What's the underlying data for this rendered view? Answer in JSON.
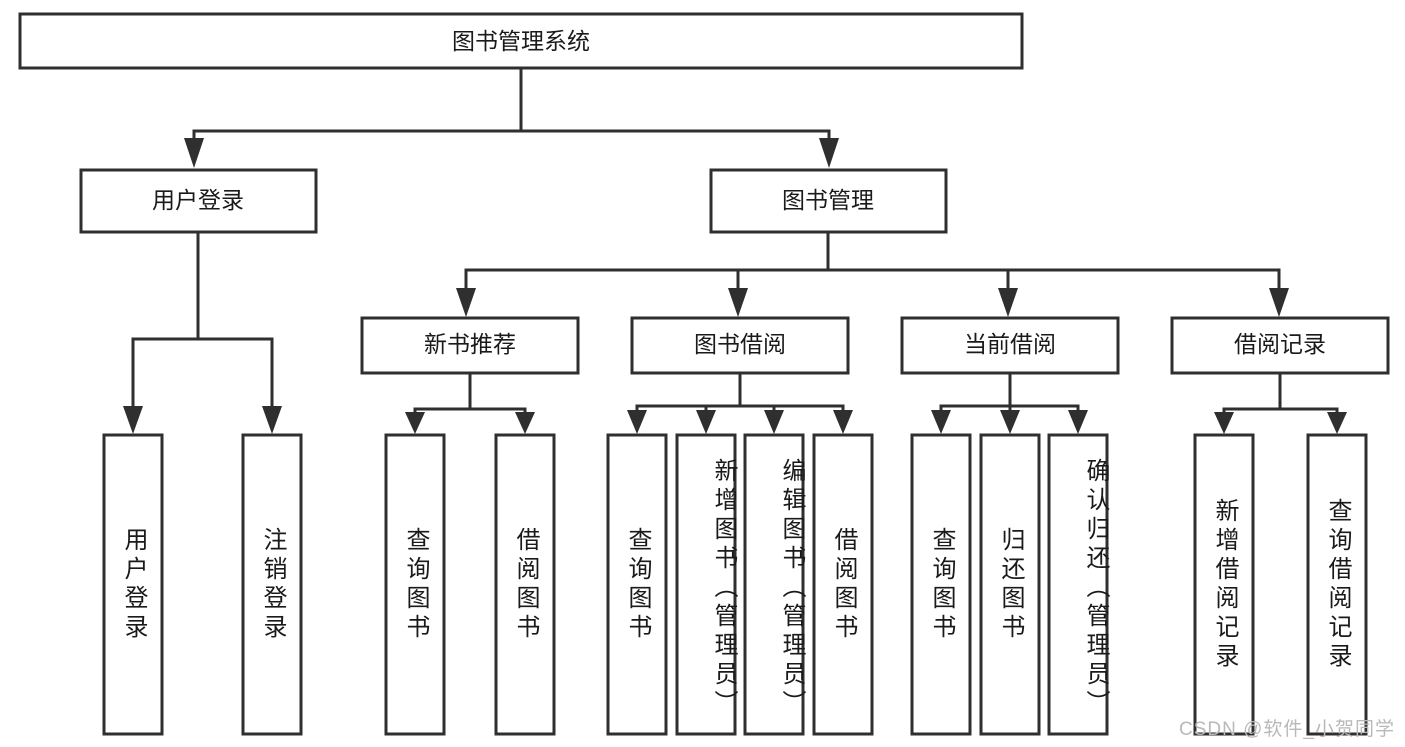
{
  "diagram": {
    "title": "图书管理系统",
    "type": "tree-hierarchy",
    "watermark": "CSDN @软件_小贺同学",
    "colors": {
      "stroke": "#2f2f2f",
      "fill": "#ffffff",
      "text": "#1a1a1a",
      "watermark": "#b9b9b9",
      "background": "#ffffff"
    },
    "root": {
      "label": "图书管理系统"
    },
    "level2": [
      {
        "label": "用户登录"
      },
      {
        "label": "图书管理"
      }
    ],
    "level3": [
      {
        "label": "新书推荐"
      },
      {
        "label": "图书借阅"
      },
      {
        "label": "当前借阅"
      },
      {
        "label": "借阅记录"
      }
    ],
    "leaves": [
      {
        "label": "用户登录",
        "parent": "用户登录"
      },
      {
        "label": "注销登录",
        "parent": "用户登录"
      },
      {
        "label": "查询图书",
        "parent": "新书推荐"
      },
      {
        "label": "借阅图书",
        "parent": "新书推荐"
      },
      {
        "label": "查询图书",
        "parent": "图书借阅"
      },
      {
        "label": "新增图书（管理员）",
        "parent": "图书借阅"
      },
      {
        "label": "编辑图书（管理员）",
        "parent": "图书借阅"
      },
      {
        "label": "借阅图书",
        "parent": "图书借阅"
      },
      {
        "label": "查询图书",
        "parent": "当前借阅"
      },
      {
        "label": "归还图书",
        "parent": "当前借阅"
      },
      {
        "label": "确认归还（管理员）",
        "parent": "当前借阅"
      },
      {
        "label": "新增借阅记录",
        "parent": "借阅记录"
      },
      {
        "label": "查询借阅记录",
        "parent": "借阅记录"
      }
    ]
  }
}
